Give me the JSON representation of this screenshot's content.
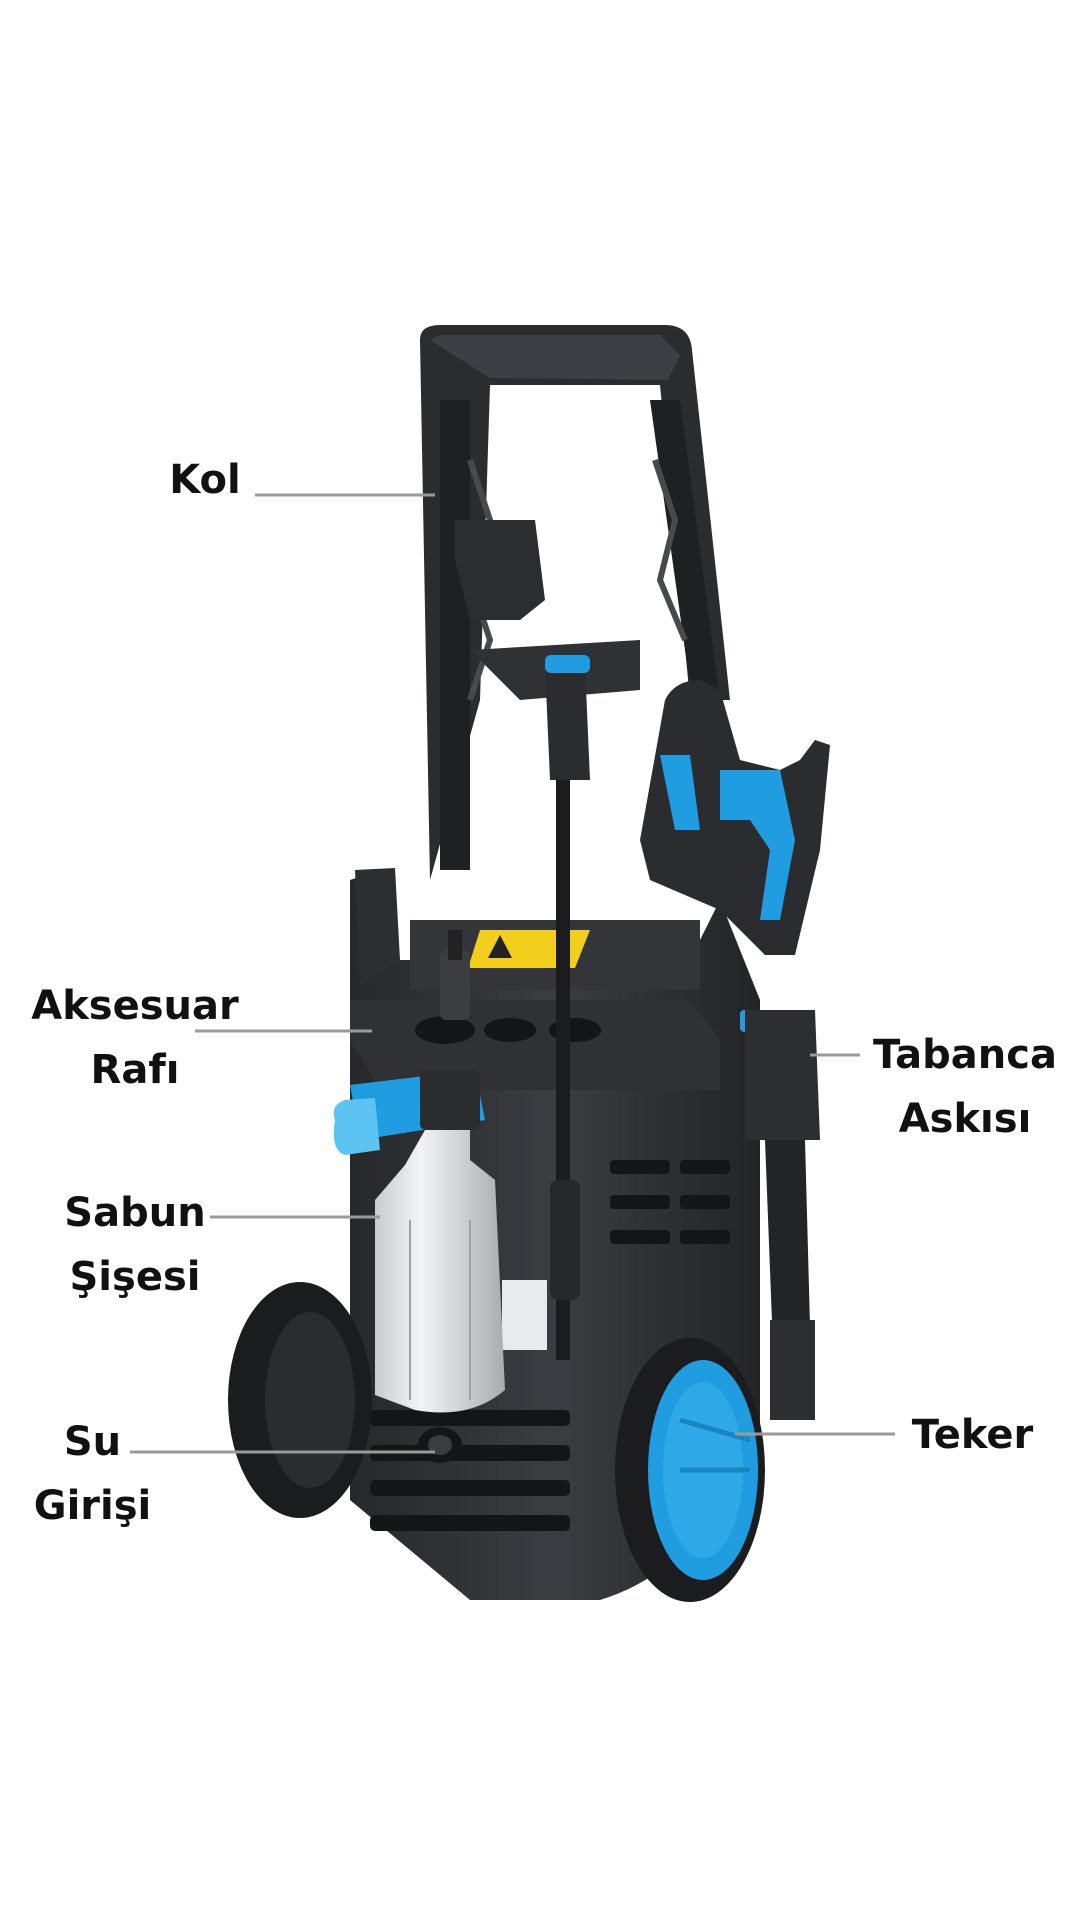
{
  "colors": {
    "body": "#2e3033",
    "body_dark": "#1d1e20",
    "body_light": "#45484c",
    "accent": "#1f9de0",
    "accent_light": "#5cc3f2",
    "bottle": "#d7d9db",
    "leader_line": "#9a9a9a",
    "warning": "#f2cf1d"
  },
  "labels": {
    "handle": {
      "lines": [
        "Kol"
      ]
    },
    "accessory_shelf": {
      "lines": [
        "Aksesuar",
        "Rafı"
      ]
    },
    "soap_bottle": {
      "lines": [
        "Sabun",
        "Şişesi"
      ]
    },
    "water_inlet": {
      "lines": [
        "Su",
        "Girişi"
      ]
    },
    "gun_holder": {
      "lines": [
        "Tabanca",
        "Askısı"
      ]
    },
    "wheel": {
      "lines": [
        "Teker"
      ]
    }
  }
}
